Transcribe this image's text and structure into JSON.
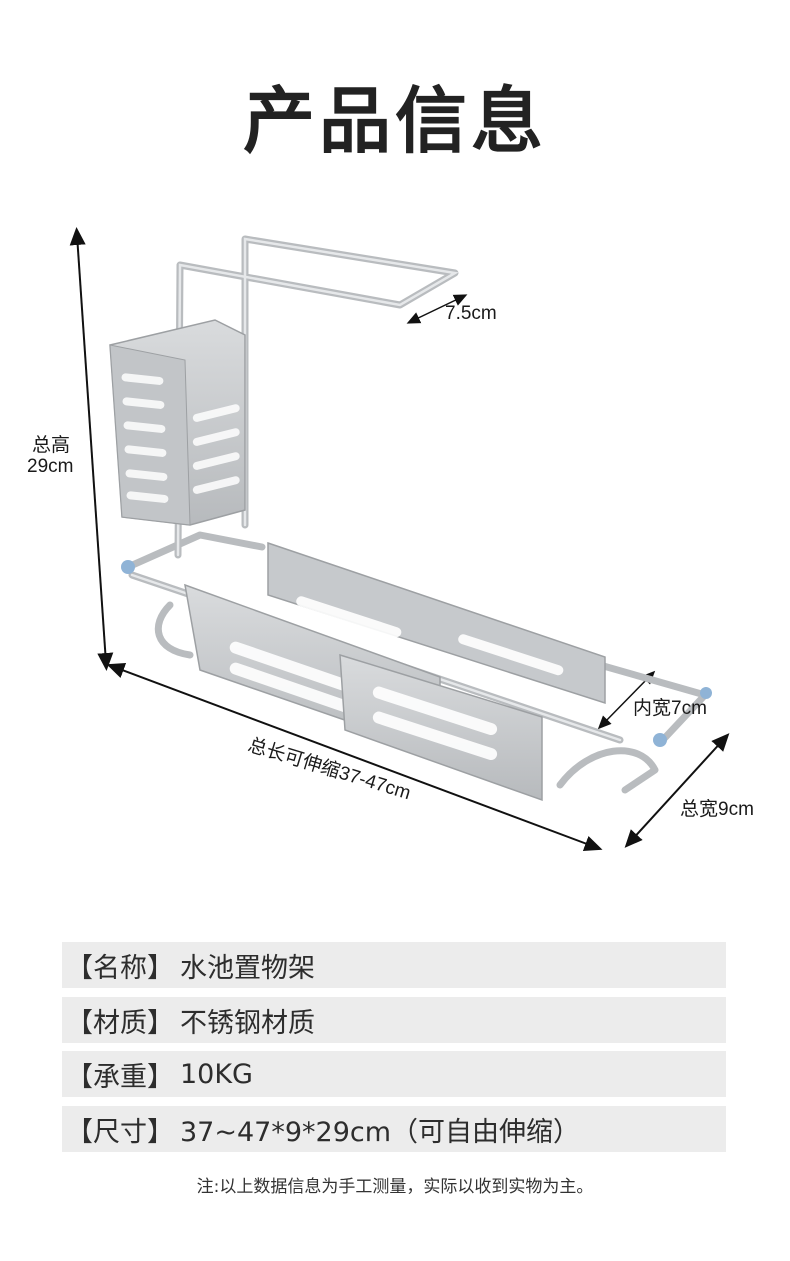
{
  "title": "产品信息",
  "dimensions": {
    "handle_width": "7.5cm",
    "total_height_label": "总高",
    "total_height_value": "29cm",
    "length": "总长可伸缩37-47cm",
    "inner_width": "内宽7cm",
    "total_width": "总宽9cm"
  },
  "specs": [
    {
      "key": "【名称】",
      "value": "水池置物架"
    },
    {
      "key": "【材质】",
      "value": "不锈钢材质"
    },
    {
      "key": "【承重】",
      "value": "10KG"
    },
    {
      "key": "【尺寸】",
      "value": "37~47*9*29cm（可自由伸缩）"
    }
  ],
  "note": "注:以上数据信息为手工测量，实际以收到实物为主。",
  "colors": {
    "metal": "#c9cbcd",
    "metal_dark": "#a7aaad",
    "row_bg": "#ececec",
    "connector": "#8fb3d6"
  }
}
